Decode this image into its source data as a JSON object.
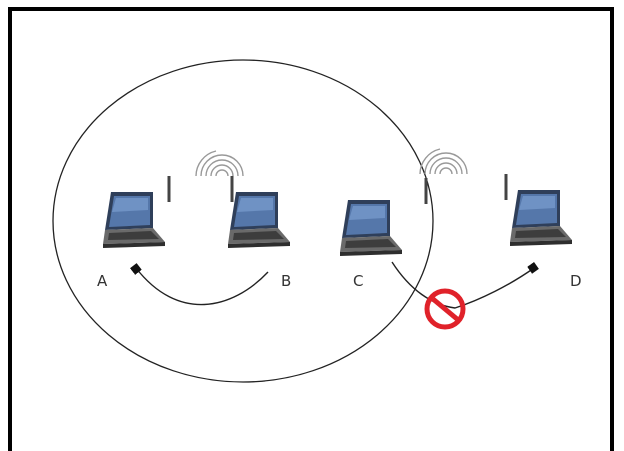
{
  "diagram": {
    "nodes": [
      {
        "id": "A",
        "label": "A"
      },
      {
        "id": "B",
        "label": "B"
      },
      {
        "id": "C",
        "label": "C"
      },
      {
        "id": "D",
        "label": "D"
      }
    ],
    "links": [
      {
        "from": "B",
        "to": "A",
        "status": "allowed"
      },
      {
        "from": "C",
        "to": "D",
        "status": "blocked"
      }
    ],
    "colors": {
      "frame": "#000000",
      "laptop_screen": "#5577aa",
      "laptop_body": "#555555",
      "blocked_symbol": "#e0222a"
    },
    "icons": [
      "laptop-icon",
      "wireless-signal-icon",
      "no-entry-icon"
    ]
  }
}
